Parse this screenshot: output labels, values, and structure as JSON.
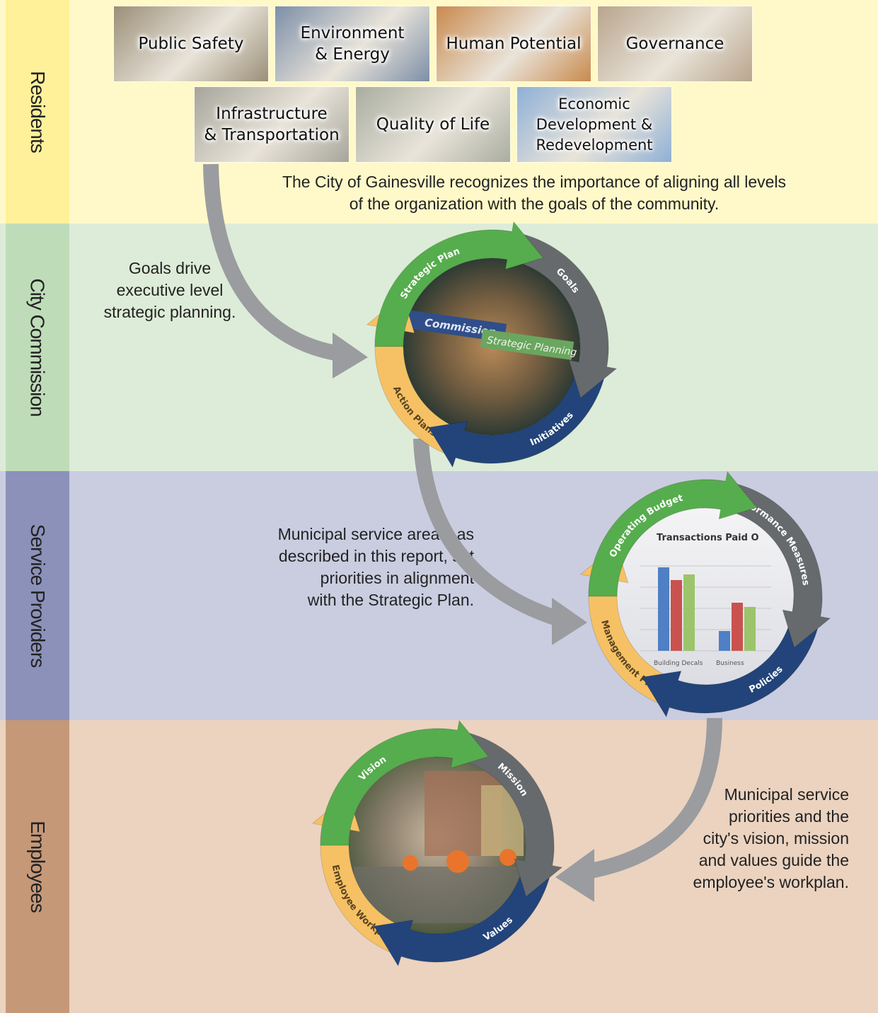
{
  "bands": [
    {
      "id": "residents",
      "label": "Residents",
      "color": "#fff9c9",
      "tab": "#fff19a"
    },
    {
      "id": "commission",
      "label": "City Commission",
      "color": "#ddecd8",
      "tab": "#bfdcb9"
    },
    {
      "id": "providers",
      "label": "Service Providers",
      "color": "#cacde0",
      "tab": "#8c91ba"
    },
    {
      "id": "employees",
      "label": "Employees",
      "color": "#ebd3c0",
      "tab": "#c59878"
    }
  ],
  "goal_tiles": [
    {
      "label": "Public Safety",
      "tone": "#9b8f78"
    },
    {
      "label": "Environment\n& Energy",
      "tone": "#7d8fa8"
    },
    {
      "label": "Human Potential",
      "tone": "#c98a4e"
    },
    {
      "label": "Governance",
      "tone": "#b9a58c"
    },
    {
      "label": "Infrastructure\n& Transportation",
      "tone": "#a7a59b"
    },
    {
      "label": "Quality of Life",
      "tone": "#a9ad9f"
    },
    {
      "label": "Economic\nDevelopment &\nRedevelopment",
      "tone": "#8fb0d6"
    }
  ],
  "intro_text": "The City of Gainesville recognizes the importance of aligning all levels\nof the organization with the goals of the community.",
  "notes": {
    "goals_drive": "Goals drive\nexecutive level\nstrategic planning.",
    "service_areas": "Municipal service areas, as\ndescribed in this report, set\npriorities in alignment\nwith the Strategic Plan.",
    "employee_workplan": "Municipal service\npriorities and the\ncity's vision, mission\nand values guide the\nemployee's workplan."
  },
  "cycles": [
    {
      "id": "commission-cycle",
      "segments": {
        "top": "Strategic Plan",
        "right": "Goals",
        "bottom": "Initiatives",
        "left": "Action Plans"
      },
      "center": {
        "banner1": "Commission",
        "banner2": "Strategic Planning"
      }
    },
    {
      "id": "provider-cycle",
      "segments": {
        "top": "Operating Budget",
        "right": "Performance Measures",
        "bottom": "Policies",
        "left": "Management Plans"
      },
      "center": {
        "chart_title": "Transactions Paid O",
        "axis1": "Building Decals",
        "axis2": "Business"
      }
    },
    {
      "id": "employee-cycle",
      "segments": {
        "top": "Vision",
        "right": "Mission",
        "bottom": "Values",
        "left": "Employee Workplans"
      },
      "center": {}
    }
  ],
  "colors": {
    "green": "#56ad4d",
    "grey": "#666a6d",
    "navy": "#22447a",
    "yellow": "#f6c165",
    "connector": "#9a9c9f"
  }
}
